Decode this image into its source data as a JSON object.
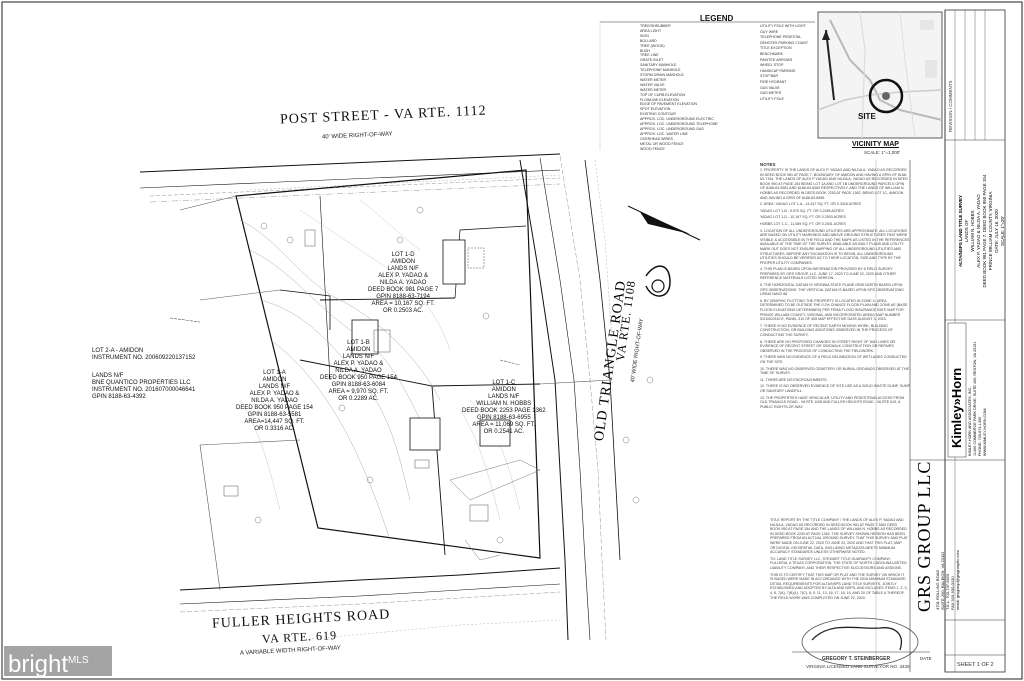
{
  "streets": {
    "post_street": "POST STREET - VA RTE. 1112",
    "post_street_row": "40' WIDE RIGHT-OF-WAY",
    "old_triangle": "OLD TRIANGLE ROAD",
    "old_triangle_rte": "VA RTE. 1108",
    "old_triangle_row": "40' WIDE RIGHT-OF-WAY",
    "fuller_heights": "FULLER HEIGHTS ROAD",
    "fuller_heights_rte": "VA RTE. 619",
    "fuller_heights_row": "A VARIABLE WIDTH RIGHT-OF-WAY"
  },
  "lots": {
    "lot_2a": [
      "LOT 2-A - AMIDON",
      "INSTRUMENT NO. 200609220137152"
    ],
    "bne": [
      "LANDS N/F",
      "BNE QUANTICO PROPERTIES LLC",
      "INSTRUMENT NO. 201607000046641",
      "GPIN 8188-63-4392"
    ],
    "lot_1a": [
      "LOT 1-A",
      "AMIDON",
      "LANDS N/F",
      "ALEX P. YADAO &",
      "NILDA A. YADAO",
      "DEED BOOK 950 PAGE 154",
      "GPIN 8188-63-5581",
      "AREA=14,447 SQ. FT.",
      "OR 0.3316 AC."
    ],
    "lot_1b": [
      "LOT 1-B",
      "AMIDON",
      "LANDS N/F",
      "ALEX P. YADAO &",
      "NILDA A. YADAO",
      "DEED BOOK 950 PAGE 154",
      "GPIN 8188-63-6084",
      "AREA = 9,970 SQ. FT.",
      "OR 0.2289 AC."
    ],
    "lot_1d": [
      "LOT 1-D",
      "AMIDON",
      "LANDS N/F",
      "ALEX P. YADAO &",
      "NILDA A. YADAO",
      "DEED BOOK 981 PAGE 7",
      "GPIN 8188-63-7194",
      "AREA = 10,167 SQ. FT.",
      "OR 0.2503 AC."
    ],
    "lot_1c": [
      "LOT 1-C",
      "AMIDON",
      "LANDS N/F",
      "WILLIAM N. HOBBS",
      "DEED BOOK 2253 PAGE 1362",
      "GPIN 8188-63-6955",
      "AREA = 11,069 SQ. FT.",
      "OR 0.2541 AC."
    ]
  },
  "legend": {
    "title": "LEGEND",
    "left_items": [
      "TREE/SHRUBBER",
      "AREA LIGHT",
      "SIGN",
      "BOLLARD",
      "TREE (WOOD)",
      "BUSH",
      "TREE LINE",
      "GRATE INLET",
      "SANITARY MANHOLE",
      "TELEPHONE MANHOLE",
      "STORM DRAIN MANHOLE",
      "WATER METER",
      "WATER VALVE",
      "WATER METER",
      "TOP OF CURB ELEVATION",
      "FLOWLINE ELEVATION",
      "EDGE OF PAVEMENT ELEVATION",
      "SPOT ELEVATION",
      "EXISTING CONTOUR",
      "APPROX. LOC. UNDERGROUND ELECTRIC",
      "APPROX. LOC. UNDERGROUND TELEPHONE",
      "APPROX. LOC. UNDERGROUND GAS",
      "APPROX. LOC. WATER LINE",
      "OVERHEAD WIRES",
      "METAL OR WOOD FENCE",
      "WOOD FENCE"
    ],
    "right_items": [
      "UTILITY POLE WITH LIGHT",
      "GUY WIRE",
      "TELEPHONE PEDESTAL",
      "DENOTES PARKING COUNT",
      "TITLE EXCEPTION",
      "BENCHMARK",
      "PAINTED ARROWS",
      "WHEEL STOP",
      "HANDICAP PARKING",
      "STOP BAR",
      "FIRE HYDRANT",
      "GAS VALVE",
      "GAS METER",
      "UTILITY POLE"
    ]
  },
  "vicinity": {
    "title": "VICINITY MAP",
    "scale": "SCALE: 1\"=1,000'",
    "site": "SITE"
  },
  "notes": {
    "heading": "NOTES",
    "items": [
      "1.  PROPERTY IS THE LANDS OF ALEX P. YADAO AND NILDA A. YADAO AS RECORDED IN DEED BOOK 981 AT PAGE 7, BOUNDARY OF AMIDON AND HAVING A GPIN OF 8188-63-7194. THE LANDS OF ALEX P YADAO AND NILDA A. YADAO AS RECORDED IN DEED BOOK 950 AT PAGE 154 BEING LOT 1A AND LOT 1B UNDERGROUND PARCELS GPIN OF 8188-63-5581 AND 8188-63-6084 RESPECTIVELY. AND THE LANDS OF WILLIAM N. HOBBS AS RECORDED IN DEED BOOK 2253 AT PAGE 1362, BEING LOT 1C, AMIDON AND HAVING A GPIN OF 8188-63-6955.",
      "2.  AREA:  YADAO LOT 1-A - 14,447 SQ. FT. OR 0.3316 ACRES",
      "YADAO LOT 1-B - 9,970 SQ. FT. OR 0.2289 ACRES",
      "YADAO LOT 1-D - 10,167 SQ. FT. OR 0.2503 ACRES",
      "HOBBS LOT 1-C - 11,069 SQ. FT. OR 0.2541 ACRES",
      "3.  LOCATION OF ALL UNDERGROUND UTILITIES ARE APPROXIMATE. ALL LOCATIONS ARE BASED ON UTILITY MARKINGS AND ABOVE GROUND STRUCTURES THAT WERE VISIBLE & ACCESSIBLE IN THE FIELD AND THE MAPS AS LISTED IN THE REFERENCES AVAILABLE AT THE TIME OF THE SURVEY. AVAILABLE AS-BUILT PLANS AND UTILITY MARK OUT DOES NOT ENSURE MAPPING OF ALL UNDERGROUND UTILITIES AND STRUCTURES. BEFORE ANY EXCAVATION IS TO BEGIN, ALL UNDERGROUND UTILITIES SHOULD BE VERIFIED AS TO THEIR LOCATION, SIZE AND TYPE BY THE PROPER UTILITY COMPANIES.",
      "4.  THIS PLAN IS BASED UPON INFORMATION PROVIDED BY A FIELD SURVEY PREPARED BY GRS GROUP, LLC. JUNE 17, 2020 TO JUNE 22, 2020 AND OTHER REFERENCE MATERIALS LISTED HEREON.",
      "5.  THE HORIZONTAL DATUM IS VIRGINIA STATE PLANE GRID NORTH BASED UPON GPS OBSERVATIONS. THE VERTICAL DATUM IS BASED UPON GPS OBSERVATIONS USING NAVD 88.",
      "6.  BY GRAPHIC PLOTTING THE PROPERTY IS LOCATED IN ZONE X, AREA DETERMINED TO BE OUTSIDE THE 0.2% CHANCE FLOOD PLAIN AND ZONE AE (BASE FLOOD ELEVATIONS DETERMINED) PER FEMA FLOOD INSURANCE RATE MAP FOR PRINCE WILLIAM COUNTY, VIRGINIA, AND INCORPORATED AREAS MAP NUMBER 51153C0310 E, PANEL 310 OF 455 MAP EFFECTIVE DATE AUGUST 3, 2015.",
      "7.  THERE IS NO EVIDENCE OF RECENT EARTH MOVING WORK, BUILDING CONSTRUCTION, OR BUILDING ADDITIONS OBSERVED IN THE PROCESS OF CONDUCTING THE SURVEY.",
      "8.  THERE ARE NO PROPOSED CHANGES IN STREET RIGHT OF WAY LINES OR EVIDENCE OF RECENT STREET OR SIDEWALK CONSTRUCTION OR REPAIRS OBSERVED IN THE PROCESS OF CONDUCTING THE FIELDWORK.",
      "9.  THERE WAS NO EVIDENCE OF A FIELD DELINEATION OF WETLANDS CONDUCTED ON THE SITE.",
      "10.  THERE WAS NO OBSERVED CEMETERY OR BURIAL GROUNDS OBSERVED AT THE TIME OF SURVEY.",
      "11.  THERE ARE NO ENCROACHMENTS.",
      "12.  THERE IS NO OBSERVED EVIDENCE OF SITE USE AS A SOLID WASTE DUMP, SUMP OR SANITARY LANDFILL.",
      "13.  THE PROPERTIES HAVE VEHICULAR, UTILITY AND PEDESTRIAN ACCESS FROM OLD TRIANGLE ROAD - VA RTE 1108 AND FULLER HEIGHTS ROAD - VA RTE 619, A PUBLIC RIGHTS-OF-WAY."
    ],
    "certification": [
      "TITLE REPORT BY THE TITLE COMPANY / THE LANDS OF ALEX P. YADAO AND NILDA A. YADAO AS RECORDED IN DEED BOOK 981 AT PAGE 7 AND DEED BOOK 950 AT PAGE 154 AND THE LANDS OF WILLIAM N. HOBBS AS RECORDED IN DEED BOOK 2253 AT PAGE 1362. THE SURVEY SHOWN HEREON HAS BEEN PREPARED FROM AN ACTUAL GROUND SURVEY. THAT THIS SURVEY AND PLAT WERE MADE ON JUNE 22, 2020 TO JUNE 22, 2020 AND THAT THIS PLAT, MAP OR DIGITAL GEOSPATIAL DATA, INCLUDING METADATA MEETS MINIMUM ACCURACY STANDARDS UNLESS OTHERWISE NOTED.",
      "TO: LAND TITLE SURVEY LLC, STEWART TITLE GUARANTY COMPANY, FULLERIA, A TEXAS CORPORATION, THE STATE OF NORTH CAROLINA LIMITED LIABILITY COMPANY, AND THEIR RESPECTIVE SUCCESSORS AND ASSIGNS.",
      "THIS IS TO CERTIFY THAT THIS MAP OR PLAT AND THE SURVEY ON WHICH IT IS BASED WERE MADE IN ACCORDANCE WITH THE 2016 MINIMUM STANDARD DETAIL REQUIREMENTS FOR ALTA/NSPS LAND TITLE SURVEYS, JOINTLY ESTABLISHED AND ADOPTED BY ALTA AND NSPS, AND INCLUDES ITEMS 1, 2, 3, 4, 6, 7(A), 7(B)(1), 7(C), 8, 9, 11, 13, 16, 17, 18, 19, AND 20 OF TABLE A THEREOF. THE FIELD WORK WAS COMPLETED ON JUNE 22, 2020."
    ]
  },
  "firm": {
    "logo": "Kimley»Horn",
    "name": "GRS GROUP LLC",
    "address": [
      "4701 ROLLING ROAD",
      "SUITE 200, RALEIGH, VA 23112",
      "T.E.L. 703-737-5620",
      "FAX 919-500-0130",
      "email: grsgroup@grsgroupllc.com"
    ],
    "kimley_address": [
      "KIMLEY-HORN AND ASSOCIATES, INC.",
      "11400 COMMERCE PARK DRIVE, SUITE 400, RESTON, VA 20191",
      "PHONE: 703-674-1300",
      "WWW.KIMLEY-HORN.COM"
    ]
  },
  "title_block": {
    "survey_title": "ALTA/NSPS LAND TITLE SURVEY",
    "lands_of": "LANDS OF",
    "owners": "WILLIAM N. HOBBS",
    "owners2": "ALEX P. YADAO & NILDA A. YADAO",
    "deeds": "DEED BOOK 981 PAGE 7, DEED BOOK 950 PAGE 154",
    "county": "PRINCE WILLIAM COUNTY, VIRGINIA",
    "date": "DATE: JULY 16, 2020",
    "scale": "SCALE: 1\"=20'",
    "revisions": "REVISION / COMMENTS",
    "sheet": "SHEET 1 OF 2"
  },
  "seal": {
    "surveyor": "GREGORY T. STEINBERGER",
    "license": "VIRGINIA LICENSED LAND SURVEYOR NO. 3430",
    "date_label": "DATE"
  },
  "watermark": {
    "brand": "bright",
    "suffix": "MLS"
  }
}
